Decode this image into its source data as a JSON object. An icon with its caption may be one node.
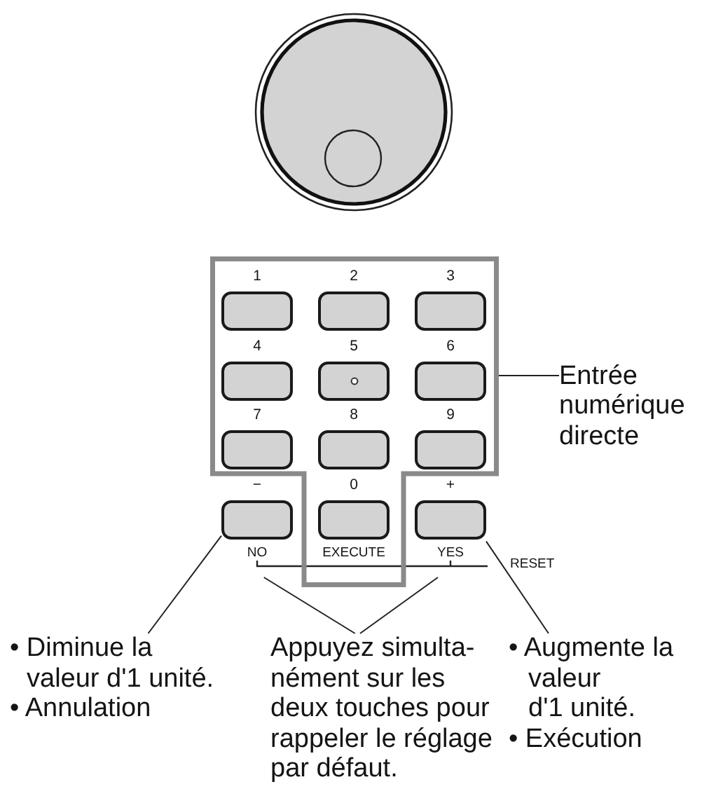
{
  "diagram": {
    "nodes": [
      {
        "text": [],
        "shape": "box"
      },
      {
        "text": [
          "1"
        ],
        "in": 0
      },
      {
        "text": [
          "2"
        ],
        "in": 0
      },
      {
        "text": [
          "3"
        ],
        "in": 0
      },
      {
        "text": [
          "4"
        ],
        "in": 0
      },
      {
        "text": [
          "5"
        ],
        "in": 0
      },
      {
        "text": [
          "6"
        ],
        "in": 0
      },
      {
        "text": [
          "7"
        ],
        "in": 0
      },
      {
        "text": [
          "8"
        ],
        "in": 0
      },
      {
        "text": [
          "9"
        ],
        "in": 0
      },
      {
        "text": [
          "−"
        ],
        "beside": [
          "NO"
        ]
      },
      {
        "text": [
          "0"
        ],
        "in": 0,
        "beside": [
          "EXECUTE"
        ]
      },
      {
        "text": [
          "+"
        ],
        "beside": [
          "YES"
        ]
      },
      {
        "text": [
          "Entrée numérique directe"
        ]
      },
      {
        "text": [
          "• Diminue la valeur d'1 unité.",
          "• Annulation"
        ]
      },
      {
        "text": [
          "Appuyez simulta- nément sur les deux touches pour rappeler le réglage par défaut."
        ]
      },
      {
        "text": [
          "• Augmente la valeur d'1 unité.",
          "• Exécution"
        ]
      }
    ],
    "edges": [
      {
        "from": 13,
        "to": 0,
        "arrow": "none"
      },
      {
        "from": 14,
        "to": 10,
        "arrow": "none"
      },
      {
        "from": 15,
        "to": 10,
        "arrow": "none"
      },
      {
        "from": 15,
        "to": 12,
        "arrow": "none"
      },
      {
        "from": 16,
        "to": 12,
        "arrow": "none"
      }
    ],
    "labels": [
      "RESET"
    ]
  }
}
